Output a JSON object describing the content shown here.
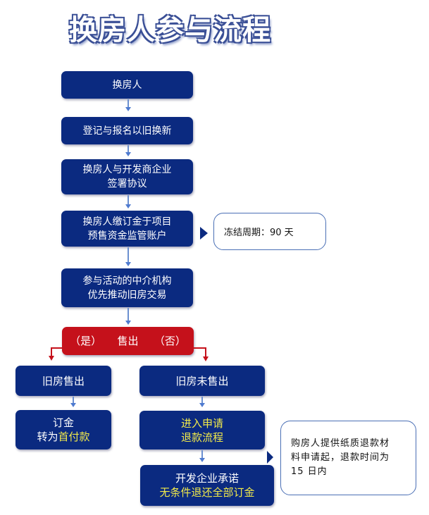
{
  "title": "换房人参与流程",
  "steps": {
    "s1": "换房人",
    "s2": "登记与报名以旧换新",
    "s3a": "换房人与开发商企业",
    "s3b": "签署协议",
    "s4a": "换房人缴订金于项目",
    "s4b": "预售资金监管账户",
    "s5a": "参与活动的中介机构",
    "s5b": "优先推动旧房交易"
  },
  "decision": {
    "yes": "（是）",
    "label": "售出",
    "no": "（否）"
  },
  "left": {
    "sold": "旧房售出",
    "deposit_a": "订金",
    "deposit_b1": "转为",
    "deposit_b2": "首付款"
  },
  "right": {
    "unsold": "旧房未售出",
    "refund_a": "进入申请",
    "refund_b": "退款流程",
    "promise_a": "开发企业承诺",
    "promise_b": "无条件退还全部订金"
  },
  "notes": {
    "freeze": "冻结周期：90 天",
    "refund_l1": "购房人提供纸质退款材",
    "refund_l2": "料申请起，退款时间为",
    "refund_l3": "15 日内"
  },
  "colors": {
    "navy": "#0b2a80",
    "red": "#c5111b",
    "highlight": "#f2ea4a"
  }
}
